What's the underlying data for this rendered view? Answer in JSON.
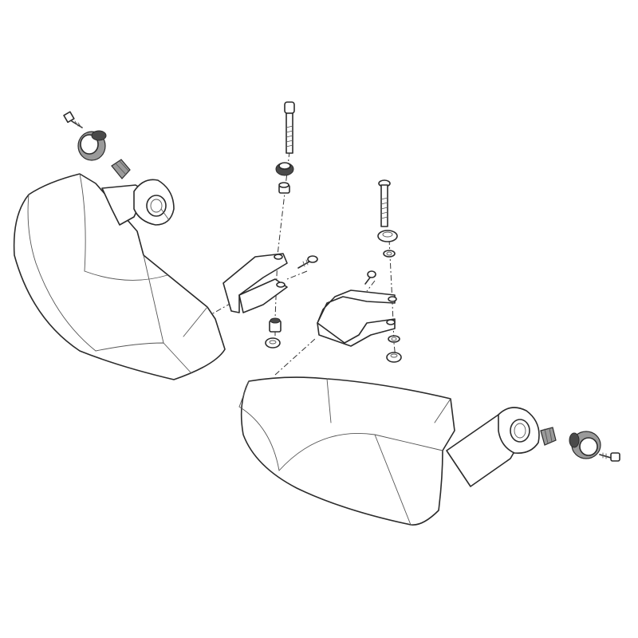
{
  "diagram": {
    "labels": [],
    "colors": {
      "line": "#2b2b2b",
      "shade": "#9a9a9a",
      "background": "#ffffff"
    },
    "parts": [
      "left-handguard-shell",
      "left-handguard-arm",
      "left-bar-end-weight",
      "left-rubber-insert",
      "left-end-bolt",
      "left-mounting-bracket",
      "left-long-bolt",
      "right-handguard-shell",
      "right-handguard-arm",
      "right-bar-end-weight",
      "right-rubber-insert",
      "right-end-bolt",
      "right-mounting-bracket",
      "right-long-bolt"
    ]
  }
}
